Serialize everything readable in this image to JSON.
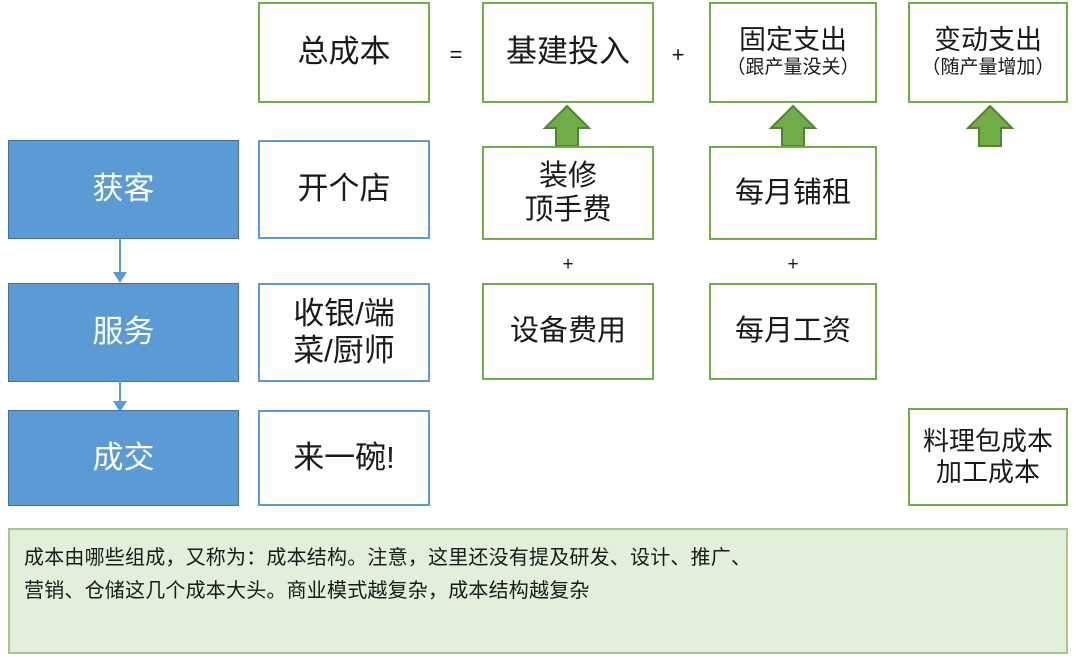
{
  "diagram": {
    "title_flow": {
      "total_cost": "总成本",
      "equals": "=",
      "capex": "基建投入",
      "plus1": "+",
      "fixed_cost_main": "固定支出",
      "fixed_cost_sub": "（跟产量没关）",
      "variable_cost_main": "变动支出",
      "variable_cost_sub": "（随产量增加）"
    },
    "funnel": [
      {
        "label": "获客"
      },
      {
        "label": "服务"
      },
      {
        "label": "成交"
      }
    ],
    "examples": [
      {
        "line1": "开个店",
        "line2": ""
      },
      {
        "line1": "收银/端",
        "line2": "菜/厨师"
      },
      {
        "line1": "来一碗!",
        "line2": ""
      }
    ],
    "capex_items": [
      {
        "line1": "装修",
        "line2": "顶手费"
      },
      {
        "line1": "设备费用",
        "line2": ""
      }
    ],
    "capex_operator": "+",
    "fixed_items": [
      {
        "line1": "每月铺租",
        "line2": ""
      },
      {
        "line1": "每月工资",
        "line2": ""
      }
    ],
    "fixed_operator": "+",
    "variable_items": [
      {
        "line1": "料理包成本",
        "line2": "加工成本"
      }
    ]
  },
  "caption": {
    "line1": "成本由哪些组成，又称为：成本结构。注意，这里还没有提及研发、设计、推广、",
    "line2": "营销、仓储这几个成本大头。商业模式越复杂，成本结构越复杂"
  },
  "colors": {
    "green_border": "#70AD47",
    "blue_fill": "#5B9BD5",
    "blue_border": "#41719C",
    "caption_bg": "#E2EFDA",
    "caption_border": "#A9C48E",
    "arrow_green": "#70AD47",
    "arrow_green_dark": "#548235",
    "text_dark": "#1a1a1a",
    "text_light": "#ffffff"
  }
}
